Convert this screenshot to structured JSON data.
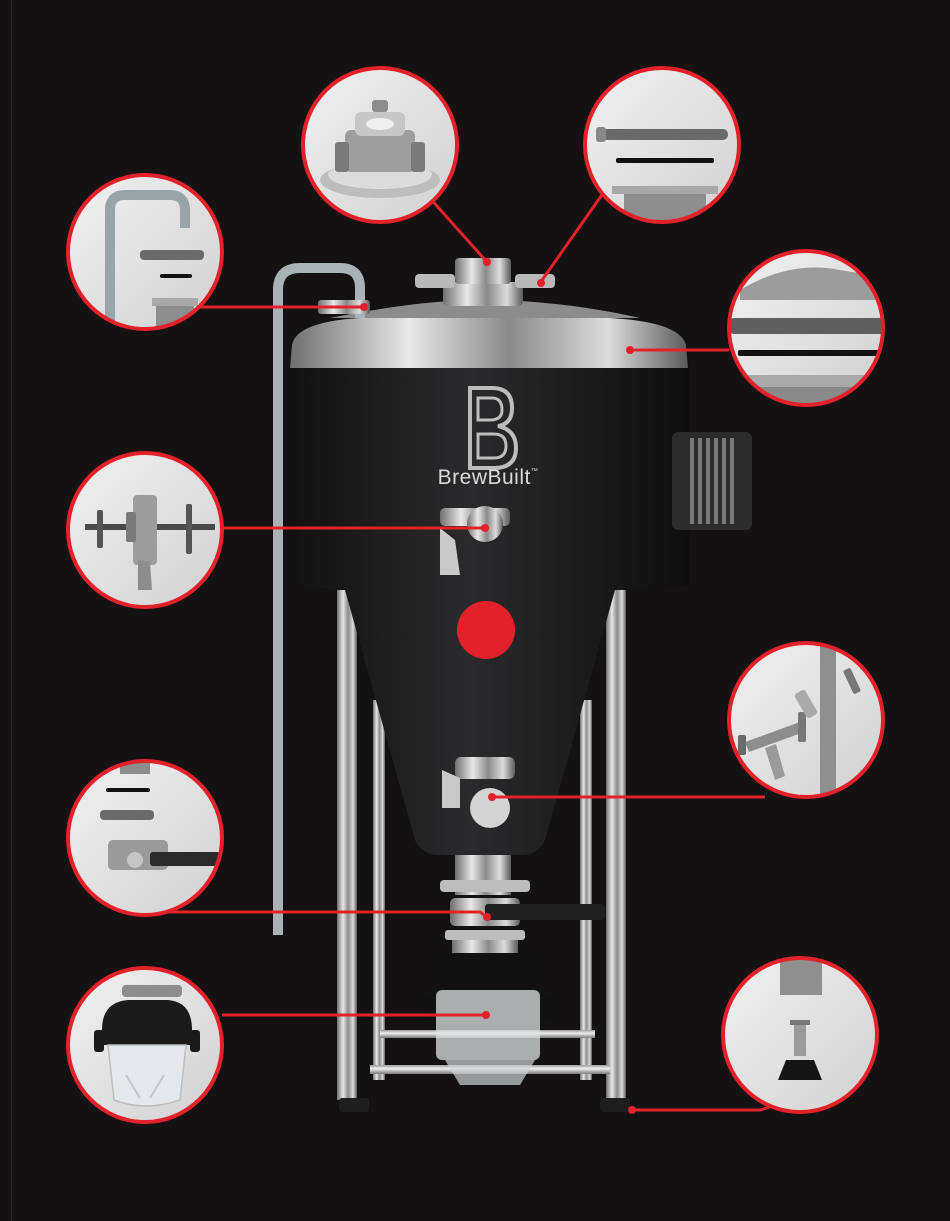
{
  "brand": {
    "name": "BrewBuilt",
    "trademark": "™",
    "logo_letter": "B"
  },
  "colors": {
    "background": "#131111",
    "accent_red": "#e3212b",
    "tank_body": "#1b1b1c",
    "steel": "#c9c9c9",
    "callout_fill": "#e6e5e5"
  },
  "callouts": [
    {
      "name": "callout-pressure-lid-assembly",
      "icon": "pressure-lid-icon"
    },
    {
      "name": "callout-tri-clamp-gasket",
      "icon": "clamp-gasket-icon"
    },
    {
      "name": "callout-blowoff-arm",
      "icon": "blowoff-arm-icon"
    },
    {
      "name": "callout-top-lid-clamp",
      "icon": "lid-clamp-icon"
    },
    {
      "name": "callout-thermowell-port",
      "icon": "thermowell-icon"
    },
    {
      "name": "callout-racking-valve",
      "icon": "racking-valve-icon"
    },
    {
      "name": "callout-butterfly-valve",
      "icon": "butterfly-valve-icon"
    },
    {
      "name": "callout-collection-jar",
      "icon": "collection-jar-icon"
    },
    {
      "name": "callout-leveling-foot",
      "icon": "leveling-foot-icon"
    }
  ]
}
